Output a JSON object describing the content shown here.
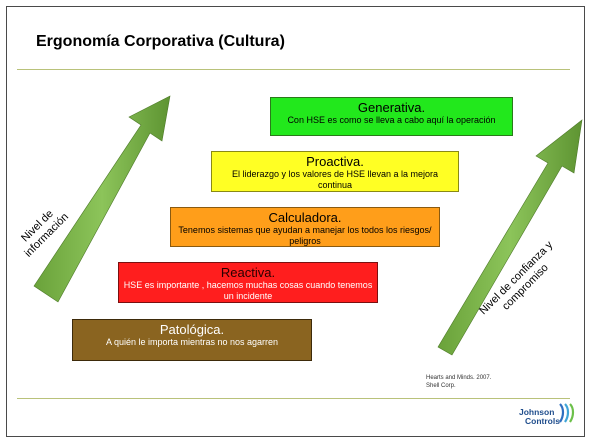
{
  "slide": {
    "title": "Ergonomía Corporativa (Cultura)",
    "left_arrow_label": "Nivel de\ninformación",
    "right_arrow_label": "Nivel de confianza y\ncompromiso",
    "source": "Hearts and Minds. 2007.\nShell Corp.",
    "logo": {
      "line1": "Johnson",
      "line2": "Controls"
    }
  },
  "colors": {
    "arrow": "#7cb34a",
    "rule": "#b9c27a",
    "generativa": "#22e81c",
    "proactiva": "#ffff24",
    "calculadora": "#ff9e1a",
    "reactiva": "#ff1e1e",
    "patologica": "#8a6420"
  },
  "stairs": [
    {
      "name": "Generativa.",
      "desc": "Con HSE es como se lleva a cabo aquí la operación"
    },
    {
      "name": "Proactiva.",
      "desc": "El liderazgo y los valores de HSE llevan a la mejora continua"
    },
    {
      "name": "Calculadora.",
      "desc": "Tenemos sistemas que ayudan a manejar los todos los riesgos/ peligros"
    },
    {
      "name": "Reactiva.",
      "desc": "HSE es importante , hacemos muchas cosas cuando tenemos un incidente"
    },
    {
      "name": "Patológica.",
      "desc": "A quién le importa mientras no nos agarren"
    }
  ]
}
